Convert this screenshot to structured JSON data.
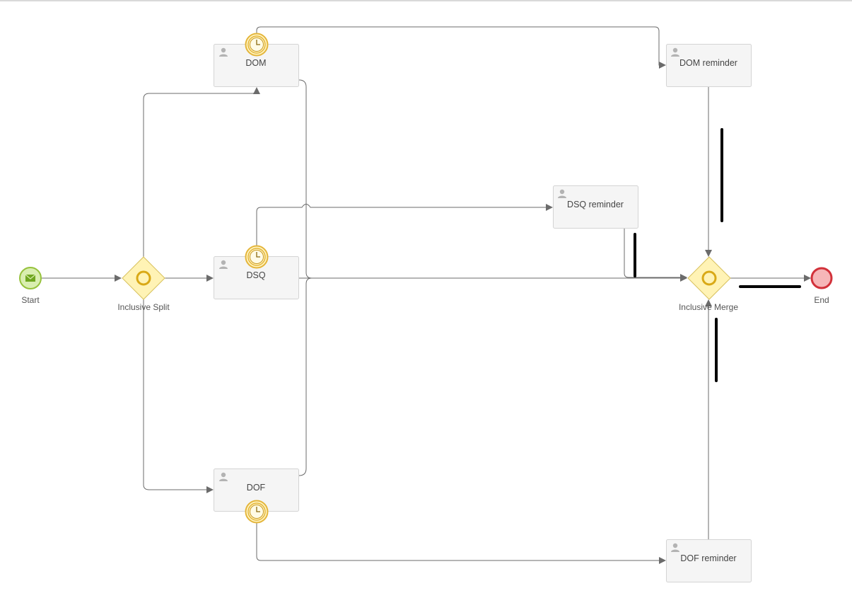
{
  "diagram": {
    "start_event": {
      "label": "Start",
      "color": "#96c23c",
      "icon": "envelope-icon"
    },
    "end_event": {
      "label": "End",
      "color": "#d2313a"
    },
    "gateways": {
      "split": {
        "label": "Inclusive Split",
        "icon": "circle-icon"
      },
      "merge": {
        "label": "Inclusive Merge",
        "icon": "circle-icon"
      }
    },
    "tasks": {
      "dom": {
        "label": "DOM",
        "icon": "user-icon",
        "timer": "timer-icon"
      },
      "dsq": {
        "label": "DSQ",
        "icon": "user-icon",
        "timer": "timer-icon"
      },
      "dof": {
        "label": "DOF",
        "icon": "user-icon",
        "timer": "timer-icon"
      },
      "dom_reminder": {
        "label": "DOM reminder",
        "icon": "user-icon"
      },
      "dsq_reminder": {
        "label": "DSQ reminder",
        "icon": "user-icon"
      },
      "dof_reminder": {
        "label": "DOF reminder",
        "icon": "user-icon"
      }
    },
    "colors": {
      "timer": "#e4b53a",
      "gateway_fill": "#fff3b5",
      "flow": "#6b6b6b",
      "annotation_marks": "#000000"
    }
  }
}
